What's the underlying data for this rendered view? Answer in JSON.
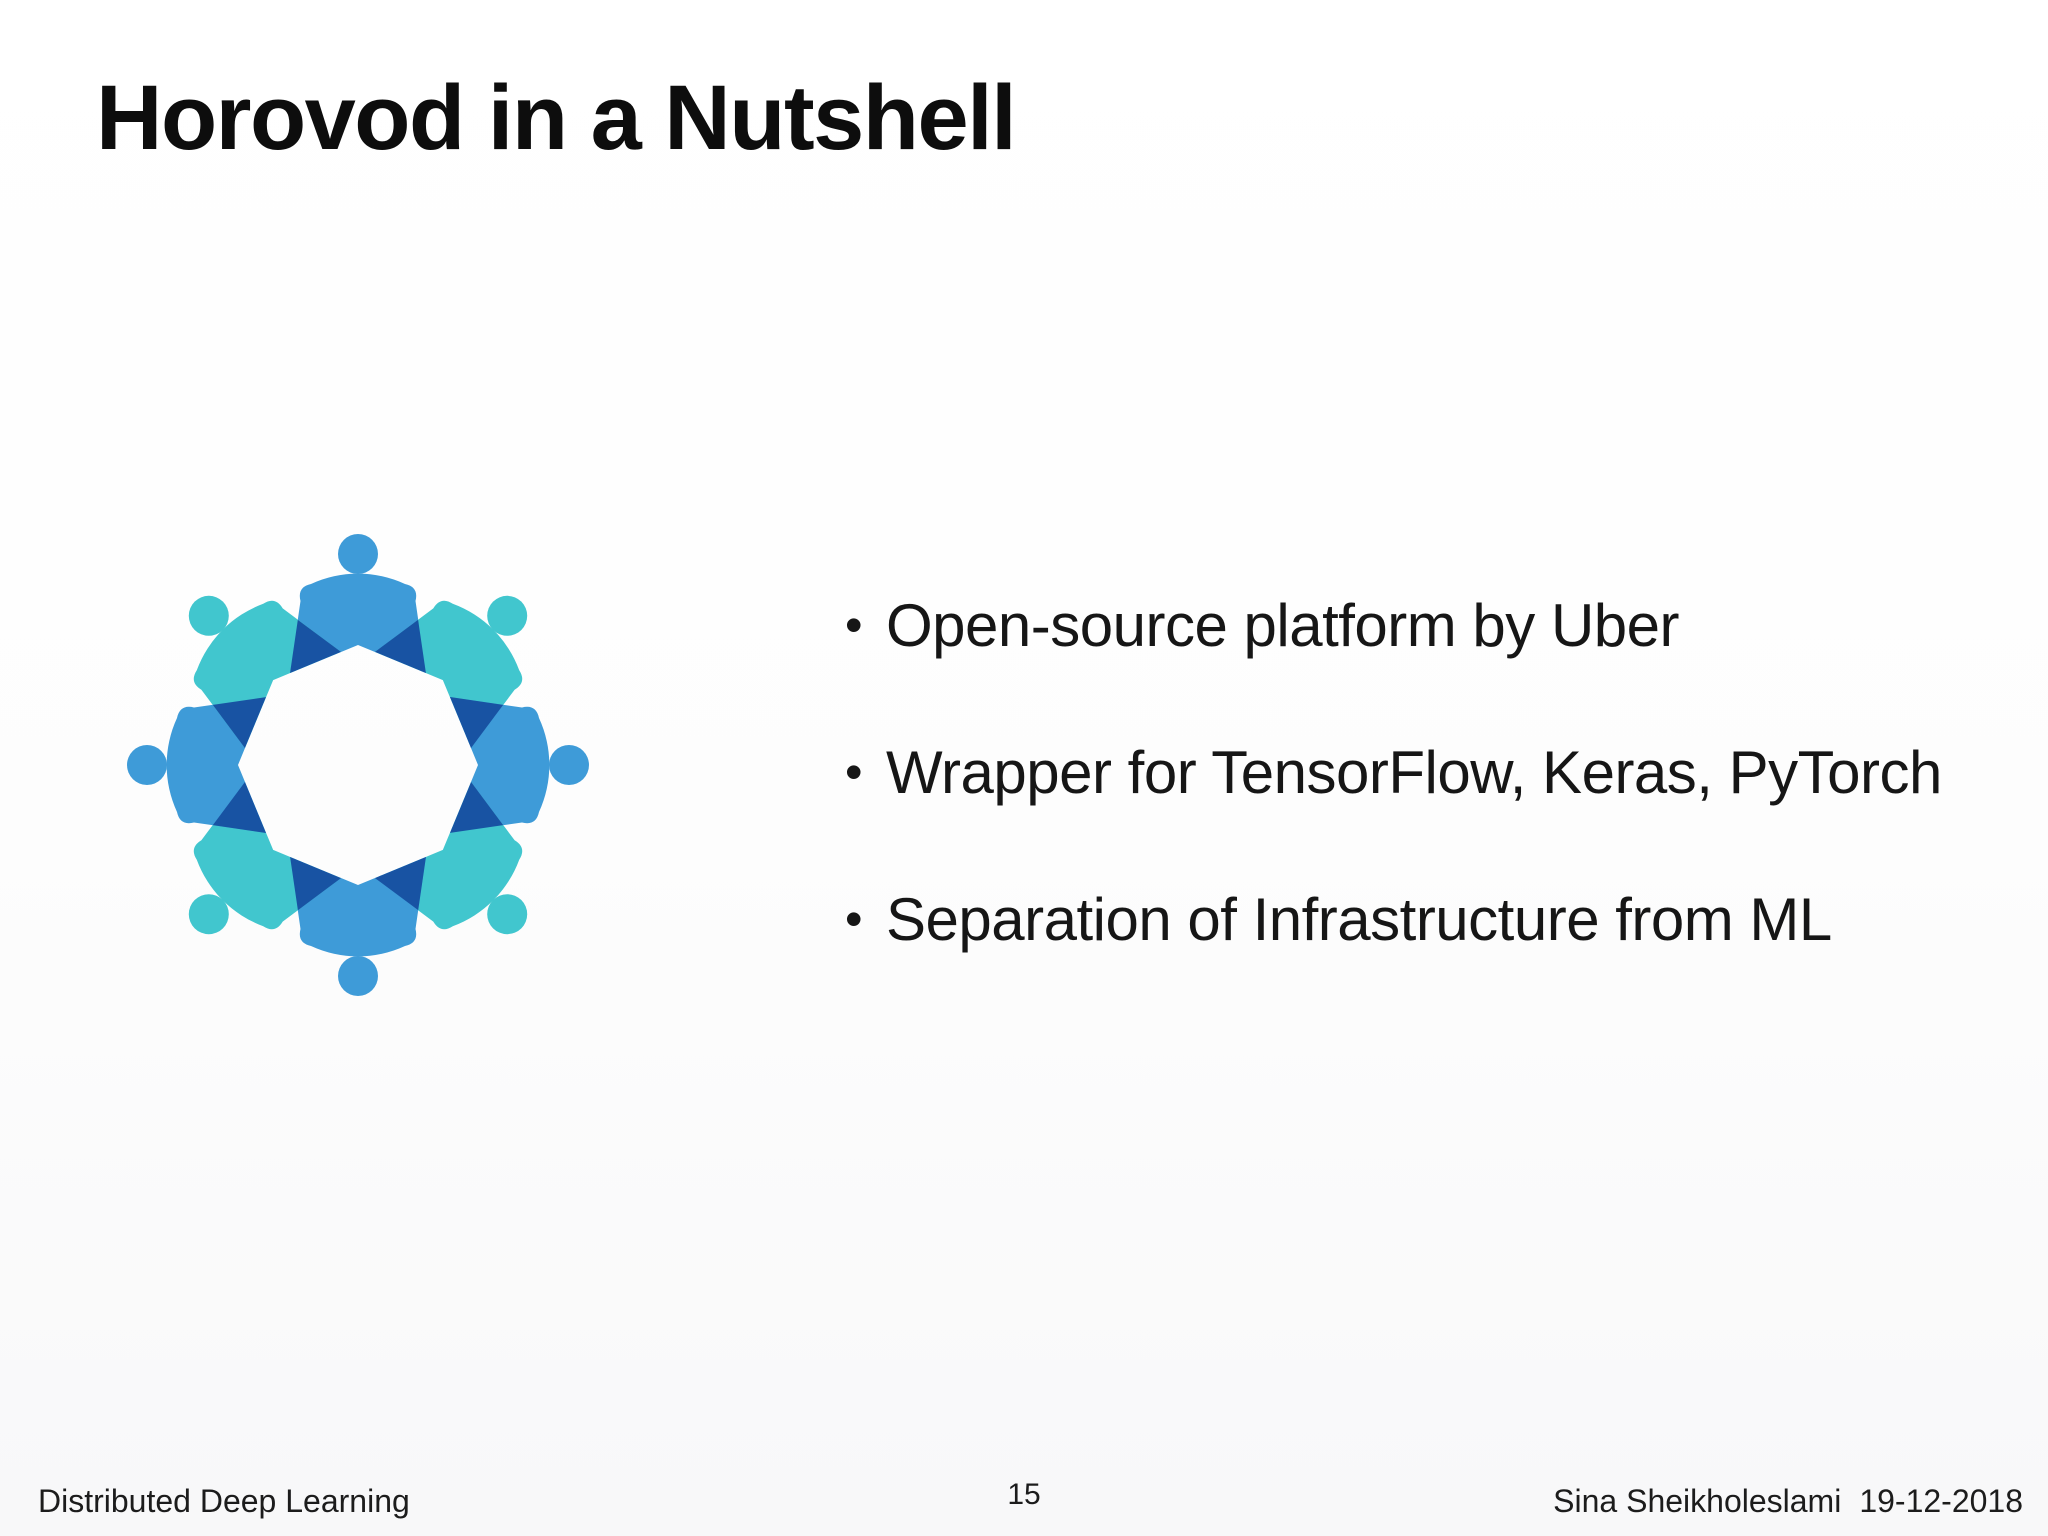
{
  "slide": {
    "title": "Horovod in a Nutshell",
    "bullet_glyph": "•",
    "bullets": [
      "Open-source platform by Uber",
      "Wrapper for TensorFlow, Keras, PyTorch",
      "Separation of Infrastructure from ML"
    ],
    "footer": {
      "left": "Distributed Deep Learning",
      "page_number": "15",
      "author": "Sina Sheikholeslami",
      "date": "19-12-2018"
    },
    "logo": {
      "name": "horovod-logo",
      "figure_count": 8,
      "colors": {
        "blue": "#3E9BD8",
        "teal": "#41C6CE",
        "navy": "#1853A3"
      }
    }
  }
}
